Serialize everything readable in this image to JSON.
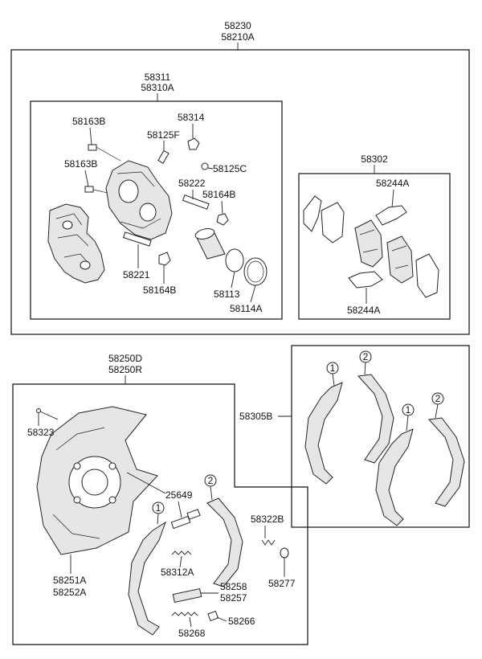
{
  "top_assembly": {
    "line1": "58230",
    "line2": "58210A"
  },
  "caliper_assembly": {
    "line1": "58311",
    "line2": "58310A"
  },
  "caliper_parts": {
    "bolt_a": "58163B",
    "bolt_b": "58163B",
    "bleeder": "58125F",
    "cap": "58314",
    "bleeder_cap": "58125C",
    "guide_pin_upper": "58222",
    "boot_upper": "58164B",
    "guide_pin_lower": "58221",
    "boot_lower": "58164B",
    "piston_seal": "58113",
    "piston_boot": "58114A"
  },
  "pad_kit": {
    "label": "58302",
    "clip_upper": "58244A",
    "clip_lower": "58244A"
  },
  "parking_brake_assembly": {
    "line1": "58250D",
    "line2": "58250R"
  },
  "parking_parts": {
    "screw": "58323",
    "adjuster": "25649",
    "spring_a": "58322B",
    "spring_b": "58312A",
    "retainer": "58277",
    "strut_a": "58258",
    "strut_b": "58257",
    "clip": "58266",
    "spring_c": "58268",
    "backing_plate_a": "58251A",
    "backing_plate_b": "58252A"
  },
  "shoe_kit": {
    "label": "58305B",
    "marker_1": "1",
    "marker_2": "2",
    "marker_3": "1",
    "marker_4": "2",
    "marker_5": "1",
    "marker_6": "2"
  }
}
